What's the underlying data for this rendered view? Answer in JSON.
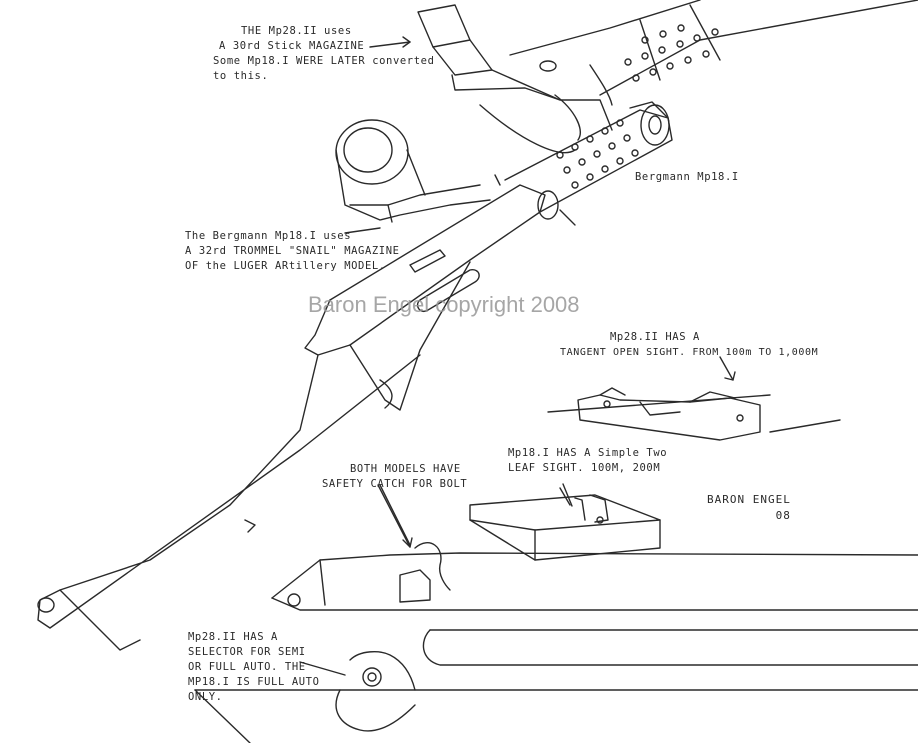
{
  "notes": {
    "magazine_mp28": {
      "lines": [
        "THE Mp28.II uses",
        "A 30rd Stick MAGAZINE",
        "Some Mp18.I WERE LATER converted",
        "to this."
      ]
    },
    "bergmann_label": "Bergmann Mp18.I",
    "snail_magazine": {
      "lines": [
        "The Bergmann Mp18.I uses",
        "A 32rd TROMMEL \"SNAIL\" MAGAZINE",
        "OF the LUGER ARtillery MODEL."
      ]
    },
    "tangent_sight": {
      "lines": [
        "Mp28.II HAS A",
        "TANGENT OPEN SIGHT. FROM 100m TO 1,000M"
      ]
    },
    "leaf_sight": {
      "lines": [
        "Mp18.I HAS A Simple Two",
        "LEAF SIGHT. 100M, 200M"
      ]
    },
    "safety_catch": {
      "lines": [
        "BOTH MODELS HAVE",
        "SAFETY CATCH FOR BOLT"
      ]
    },
    "selector": {
      "lines": [
        "Mp28.II HAS A",
        "SELECTOR FOR SEMI",
        "OR FULL AUTO. THE",
        "MP18.I IS FULL AUTO",
        "ONLY."
      ]
    }
  },
  "watermark": "Baron Engel copyright 2008",
  "signature": {
    "name": "BARON ENGEL",
    "year": "08"
  },
  "colors": {
    "ink": "#2a2a2a",
    "paper": "#ffffff",
    "watermark": "#969696"
  }
}
